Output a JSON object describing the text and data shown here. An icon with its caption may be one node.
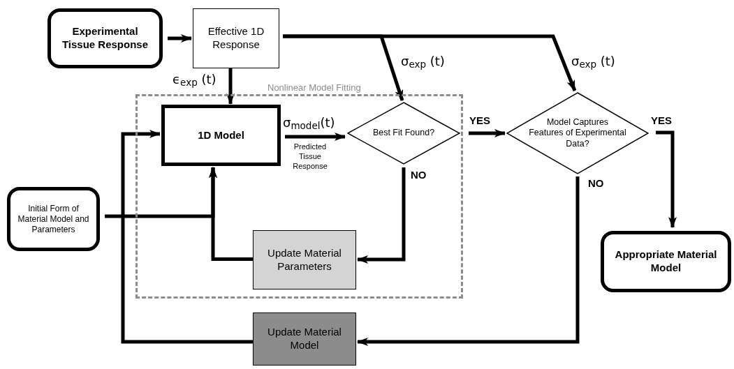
{
  "diagram": {
    "nodes": [
      {
        "text": [
          "Experimental Tissue Response"
        ]
      },
      {
        "text": [
          "Effective 1D Response"
        ]
      },
      {
        "text": [
          "Nonlinear Model Fitting"
        ]
      },
      {
        "text": [
          "1D Model"
        ],
        "in": 2
      },
      {
        "text": [
          "Best Fit Found?"
        ],
        "in": 2
      },
      {
        "text": [
          "Update Material Parameters"
        ],
        "in": 2
      },
      {
        "text": [
          "Model Captures Features of Experimental Data?"
        ]
      },
      {
        "text": [
          "Initial Form of Material Model and Parameters"
        ]
      },
      {
        "text": [
          "Appropriate Material Model"
        ]
      },
      {
        "text": [
          "Update Material Model"
        ]
      }
    ],
    "edges": [
      {
        "from": 0,
        "to": 1,
        "arrow": "to"
      },
      {
        "from": 1,
        "to": 3,
        "arrow": "to",
        "label": "ϵ$_{exp}$ (t)"
      },
      {
        "from": 1,
        "to": 4,
        "arrow": "to",
        "label": "σ$_{exp}$ (t)"
      },
      {
        "from": 1,
        "to": 6,
        "arrow": "to",
        "label": "σ$_{exp}$ (t)"
      },
      {
        "from": 3,
        "to": 4,
        "arrow": "to",
        "label": "σ$_{model}$(t)"
      },
      {
        "from": 4,
        "to": 6,
        "arrow": "to",
        "label": "YES"
      },
      {
        "from": 4,
        "to": 5,
        "arrow": "to",
        "label": "NO"
      },
      {
        "from": 5,
        "to": 3,
        "arrow": "to"
      },
      {
        "from": 7,
        "to": 3,
        "arrow": "to"
      },
      {
        "from": 6,
        "to": 9,
        "arrow": "to",
        "label": "NO"
      },
      {
        "from": 9,
        "to": 3,
        "arrow": "to"
      },
      {
        "from": 6,
        "to": 8,
        "arrow": "to",
        "label": "YES"
      }
    ],
    "labels": [
      "Predicted Tissue Response"
    ]
  }
}
